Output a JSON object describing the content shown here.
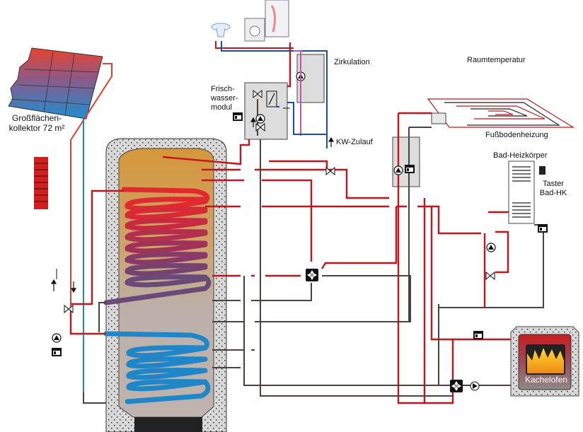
{
  "title": "Solarthermie-Anlage mit Pufferspeicher, Frischwassermodul, Fußbodenheizung und Kachelofen",
  "colors": {
    "hot_pipe": "#c0161c",
    "solar_hot": "#e8412c",
    "solar_cold": "#1e8ac8",
    "return_pipe": "#4a423e",
    "cold_water": "#1a4fa8",
    "circulation": "#c056b0",
    "insulation": "#d6d6d6",
    "module_box": "#dcdcdc",
    "tank_top": "#d49a3a",
    "tank_bottom": "#bdb0aa"
  },
  "labels": {
    "collector": [
      "Großflächen-",
      "kollektor 72 m²"
    ],
    "fresh_water_module": [
      "Frisch-",
      "wasser-",
      "modul"
    ],
    "circulation": "Zirkulation",
    "cold_water_inlet": "KW-Zulauf",
    "room_temperature": "Raumtemperatur",
    "floor_heating": "Fußbodenheizung",
    "bath_radiator": "Bad-Heizkörper",
    "bath_button": [
      "Taster",
      "Bad-HK"
    ],
    "tiled_stove": "Kachelofen"
  },
  "components": [
    {
      "id": "solar-collector",
      "type": "collector"
    },
    {
      "id": "buffer-tank",
      "type": "storage-tank"
    },
    {
      "id": "solar-coil",
      "type": "heat-exchanger-coil"
    },
    {
      "id": "lower-coil",
      "type": "heat-exchanger-coil"
    },
    {
      "id": "fresh-water-module",
      "type": "module"
    },
    {
      "id": "circulation-module",
      "type": "module"
    },
    {
      "id": "heating-pump-group",
      "type": "module"
    },
    {
      "id": "floor-heating-loop",
      "type": "consumer"
    },
    {
      "id": "bath-radiator",
      "type": "consumer"
    },
    {
      "id": "tiled-stove",
      "type": "heat-source"
    },
    {
      "id": "wash-basin",
      "type": "consumer"
    },
    {
      "id": "washing-machine",
      "type": "consumer"
    },
    {
      "id": "shower",
      "type": "consumer"
    }
  ]
}
